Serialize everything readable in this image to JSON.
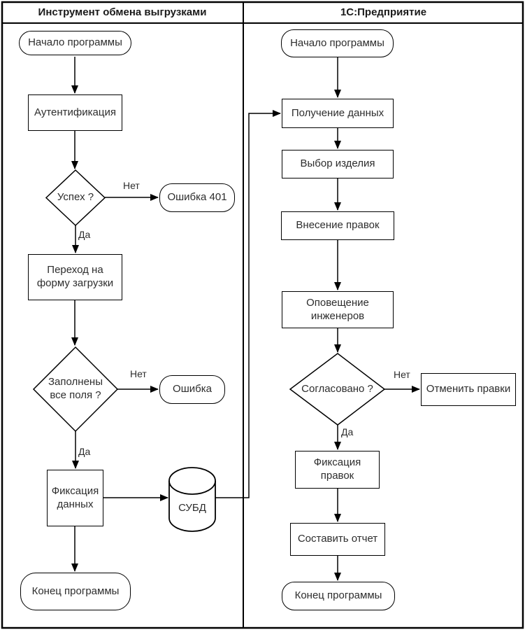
{
  "lanes": {
    "left_title": "Инструмент обмена выгрузками",
    "right_title": "1С:Предприятие"
  },
  "nodes": {
    "left_start": {
      "label": "Начало программы",
      "shape": "stadium"
    },
    "auth": {
      "label": "Аутентификация",
      "shape": "rect"
    },
    "success_q": {
      "label": "Успех ?",
      "shape": "diamond"
    },
    "error401": {
      "label": "Ошибка 401",
      "shape": "stadium"
    },
    "goto_form": {
      "label": "Переход на\nформу загрузки",
      "shape": "rect"
    },
    "fields_q": {
      "label": "Заполнены\nвсе поля ?",
      "shape": "diamond"
    },
    "error": {
      "label": "Ошибка",
      "shape": "stadium"
    },
    "commit_data": {
      "label": "Фиксация\nданных",
      "shape": "rect"
    },
    "dbms": {
      "label": "СУБД",
      "shape": "cylinder"
    },
    "left_end": {
      "label": "Конец программы",
      "shape": "stadium"
    },
    "right_start": {
      "label": "Начало программы",
      "shape": "stadium"
    },
    "get_data": {
      "label": "Получение данных",
      "shape": "rect"
    },
    "select_product": {
      "label": "Выбор изделия",
      "shape": "rect"
    },
    "make_edits": {
      "label": "Внесение правок",
      "shape": "rect"
    },
    "notify_engineers": {
      "label": "Оповещение\nинженеров",
      "shape": "rect"
    },
    "approved_q": {
      "label": "Согласовано ?",
      "shape": "diamond"
    },
    "cancel_edits": {
      "label": "Отменить правки",
      "shape": "rect"
    },
    "commit_edits": {
      "label": "Фиксация\nправок",
      "shape": "rect"
    },
    "make_report": {
      "label": "Составить отчет",
      "shape": "rect"
    },
    "right_end": {
      "label": "Конец программы",
      "shape": "stadium"
    }
  },
  "edge_labels": {
    "success_no": "Нет",
    "success_yes": "Да",
    "fields_no": "Нет",
    "fields_yes": "Да",
    "approved_no": "Нет",
    "approved_yes": "Да"
  },
  "colors": {
    "line": "#000000",
    "text": "#2d2d2d",
    "background": "#ffffff"
  }
}
